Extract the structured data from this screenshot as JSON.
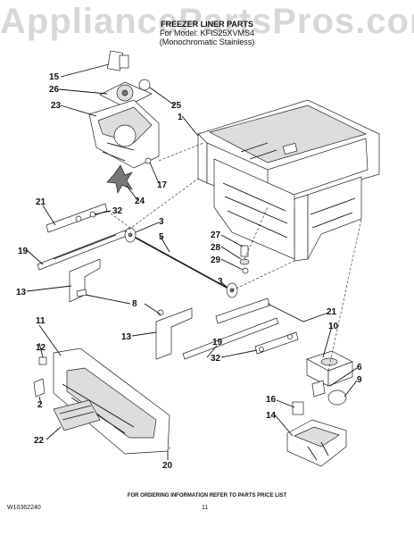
{
  "watermark": "AppliancePartsPros.com",
  "header": {
    "title": "FREEZER LINER PARTS",
    "model_line": "For Model: KFIS25XVMS4",
    "variant_line": "(Monochromatic Stainless)"
  },
  "footer": {
    "doc_number": "W10362240",
    "ordering_note": "FOR ORDERING INFORMATION REFER TO PARTS PRICE LIST",
    "page_number": "11"
  },
  "callouts": [
    "15",
    "26",
    "23",
    "25",
    "1",
    "17",
    "24",
    "21",
    "32",
    "3",
    "5",
    "19",
    "27",
    "28",
    "29",
    "3",
    "13",
    "8",
    "21",
    "10",
    "13",
    "11",
    "19",
    "32",
    "12",
    "6",
    "9",
    "16",
    "2",
    "14",
    "22",
    "20"
  ]
}
